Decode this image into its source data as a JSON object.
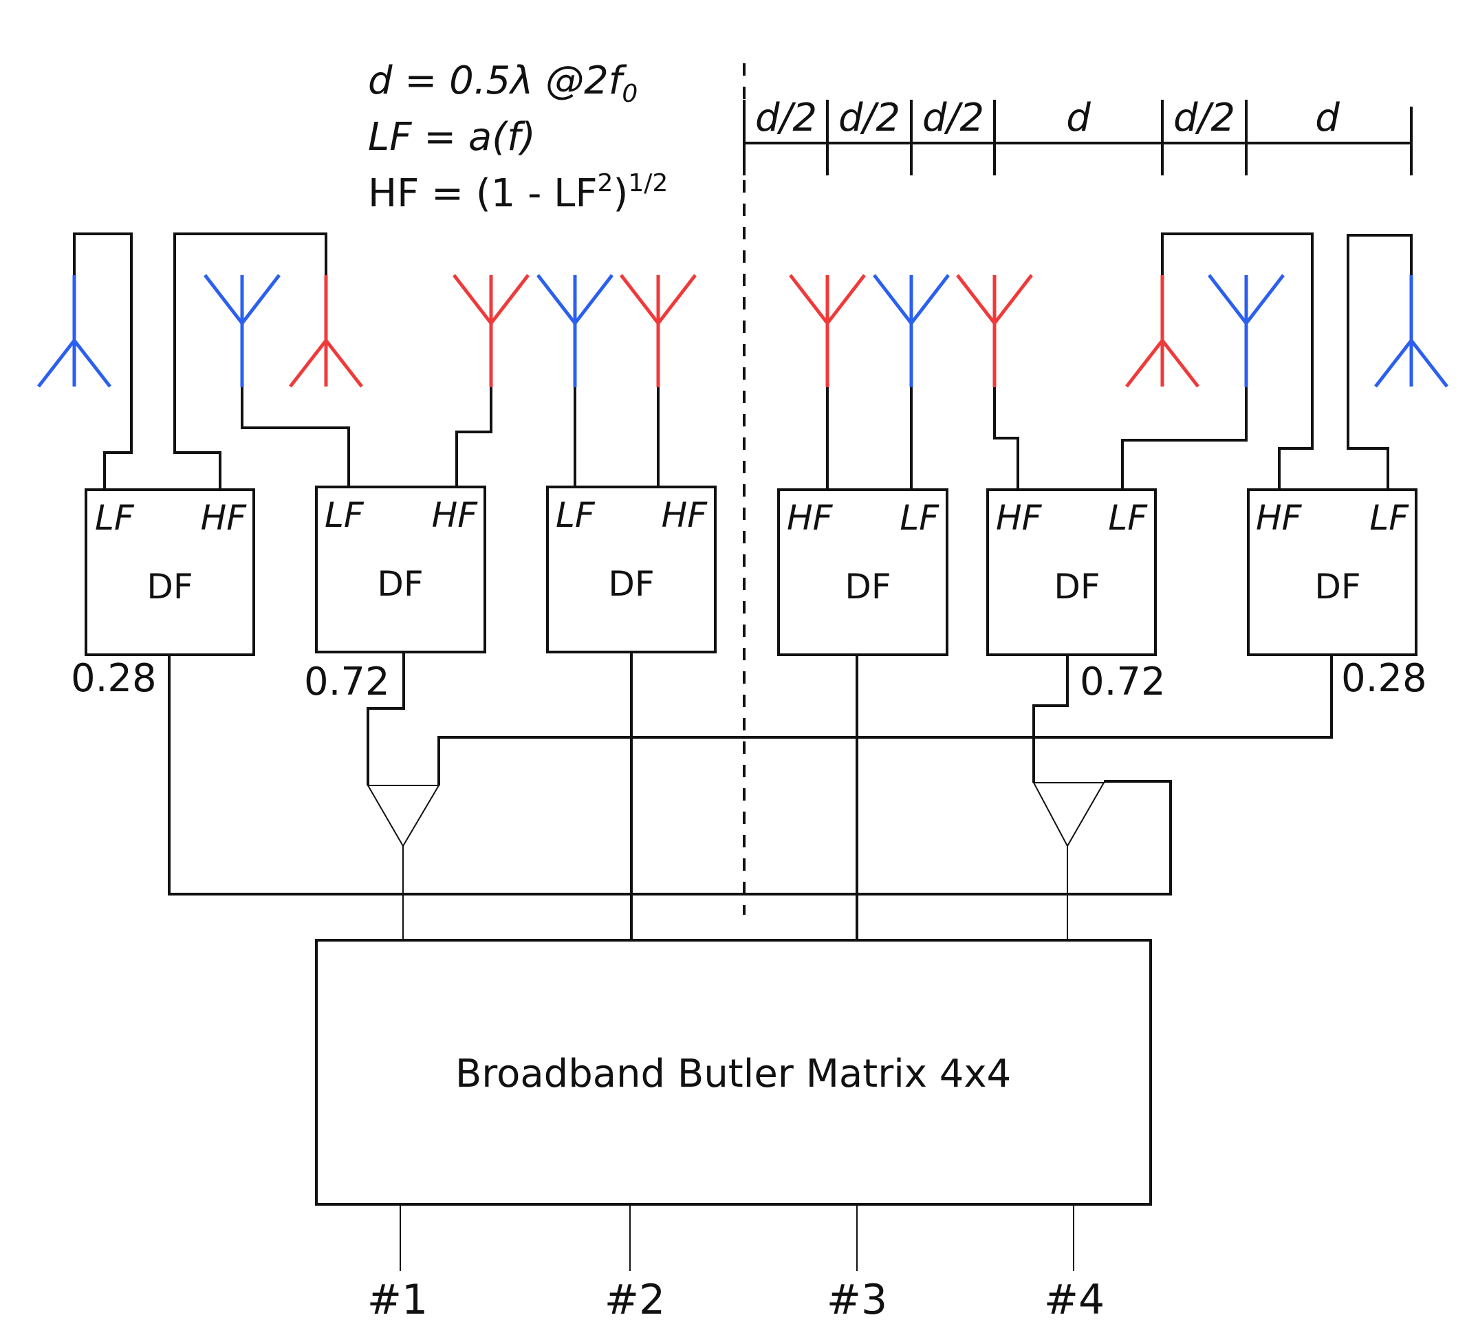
{
  "formulas": {
    "line1_main": "d = 0.5λ @2f",
    "line1_sub": "0",
    "line2": "LF = a(f)",
    "line3_main": "HF = (1 - LF",
    "line3_sup1": "2",
    "line3_close": ")",
    "line3_sup2": "1/2"
  },
  "spacing_labels": [
    "d/2",
    "d/2",
    "d/2",
    "d",
    "d/2",
    "d"
  ],
  "diplexers": [
    {
      "left_port": "LF",
      "right_port": "HF",
      "label": "DF"
    },
    {
      "left_port": "LF",
      "right_port": "HF",
      "label": "DF"
    },
    {
      "left_port": "LF",
      "right_port": "HF",
      "label": "DF"
    },
    {
      "left_port": "HF",
      "right_port": "LF",
      "label": "DF"
    },
    {
      "left_port": "HF",
      "right_port": "LF",
      "label": "DF"
    },
    {
      "left_port": "HF",
      "right_port": "LF",
      "label": "DF"
    }
  ],
  "weights": [
    "0.28",
    "0.72",
    "0.72",
    "0.28"
  ],
  "matrix_label": "Broadband Butler Matrix 4x4",
  "ports": [
    "#1",
    "#2",
    "#3",
    "#4"
  ],
  "antenna_colors": {
    "low_band": "#2b5ff0",
    "high_band": "#f03a3a"
  }
}
